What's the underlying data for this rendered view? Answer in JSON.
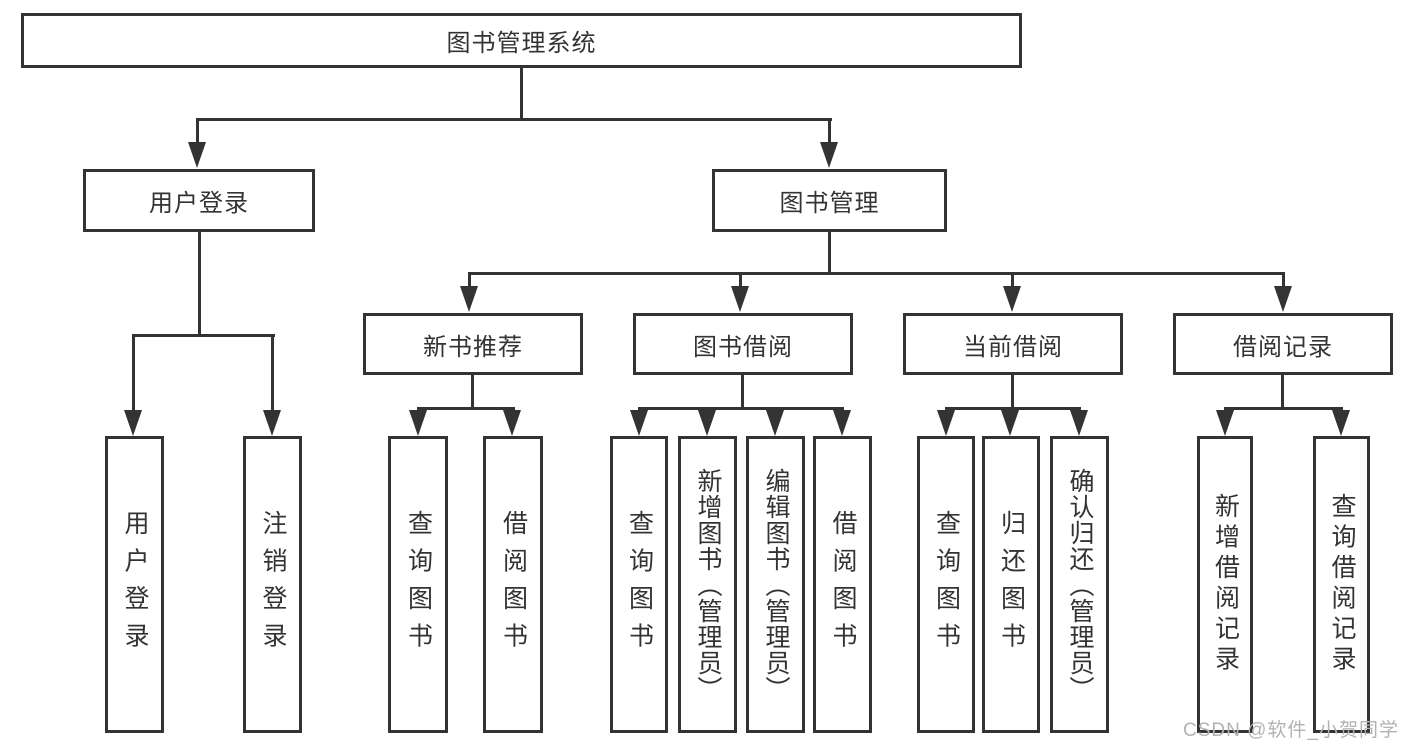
{
  "diagram": {
    "root": {
      "label": "图书管理系统"
    },
    "branches": [
      {
        "label": "用户登录",
        "children": [
          {
            "label": "用户登录"
          },
          {
            "label": "注销登录"
          }
        ]
      },
      {
        "label": "图书管理",
        "children": [
          {
            "label": "新书推荐",
            "children": [
              {
                "label": "查询图书"
              },
              {
                "label": "借阅图书"
              }
            ]
          },
          {
            "label": "图书借阅",
            "children": [
              {
                "label": "查询图书"
              },
              {
                "label": "新增图书（管理员）"
              },
              {
                "label": "编辑图书（管理员）"
              },
              {
                "label": "借阅图书"
              }
            ]
          },
          {
            "label": "当前借阅",
            "children": [
              {
                "label": "查询图书"
              },
              {
                "label": "归还图书"
              },
              {
                "label": "确认归还（管理员）"
              }
            ]
          },
          {
            "label": "借阅记录",
            "children": [
              {
                "label": "新增借阅记录"
              },
              {
                "label": "查询借阅记录"
              }
            ]
          }
        ]
      }
    ]
  },
  "watermark": {
    "text": "CSDN @软件_小贺同学"
  },
  "colors": {
    "line": "#333333",
    "text": "#333333",
    "bg": "#ffffff",
    "watermark": "#b2b2b2"
  }
}
